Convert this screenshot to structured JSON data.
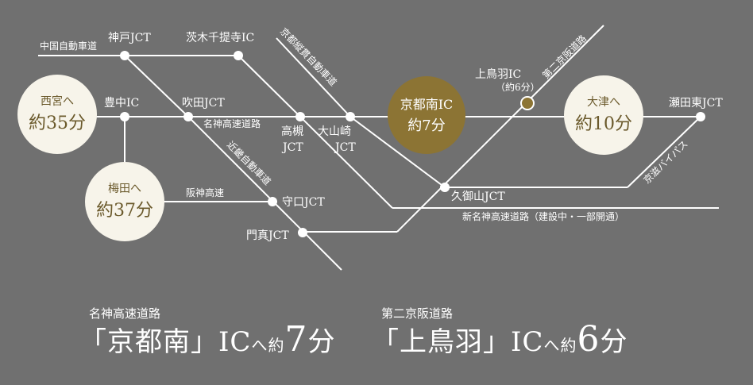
{
  "roads": {
    "chugoku": "中国自動車道",
    "meishin": "名神高速道路",
    "kinki": "近畿自動車道",
    "hanshin": "阪神高速",
    "keiji": "京都縦貫自動車道",
    "daini_keihan": "第二京阪道路",
    "shin_meishin": "新名神高速道路（建設中・一部開通）",
    "keiji_bypass": "京滋バイパス"
  },
  "nodes": {
    "kobe_jct": "神戸JCT",
    "ibaraki_ic": "茨木千提寺IC",
    "toyonaka_ic": "豊中IC",
    "suita_jct": "吹田JCT",
    "takatsuki_jct": "高槻\nJCT",
    "oyamazaki_jct": "大山崎\nJCT",
    "kamitoba_ic": "上鳥羽IC",
    "kamitoba_time": "（約6分）",
    "setahigashi_jct": "瀬田東JCT",
    "kumiyama_jct": "久御山JCT",
    "moriguchi_jct": "守口JCT",
    "kadoma_jct": "門真JCT"
  },
  "bubbles": {
    "nishinomiya": {
      "place": "西宮へ",
      "time": "約35分"
    },
    "umeda": {
      "place": "梅田へ",
      "time": "約37分"
    },
    "kyotominami": {
      "place": "京都南IC",
      "time": "約7分"
    },
    "otsu": {
      "place": "大津へ",
      "time": "約10分"
    }
  },
  "captions": {
    "left_road": "名神高速道路",
    "left_open": "「",
    "left_name": "京都南",
    "left_close": "」",
    "left_ic": "IC",
    "left_to": "へ",
    "left_approx": "約",
    "left_num": "7",
    "left_unit": "分",
    "right_road": "第二京阪道路",
    "right_open": "「",
    "right_name": "上鳥羽",
    "right_close": "」",
    "right_ic": "IC",
    "right_to": "へ",
    "right_approx": "約",
    "right_num": "6",
    "right_unit": "分"
  },
  "colors": {
    "background": "#707070",
    "bubble_white": "#f7f4ea",
    "bubble_gold": "#8c7434",
    "gold_text": "#6b5a2c",
    "road": "#ffffff"
  }
}
